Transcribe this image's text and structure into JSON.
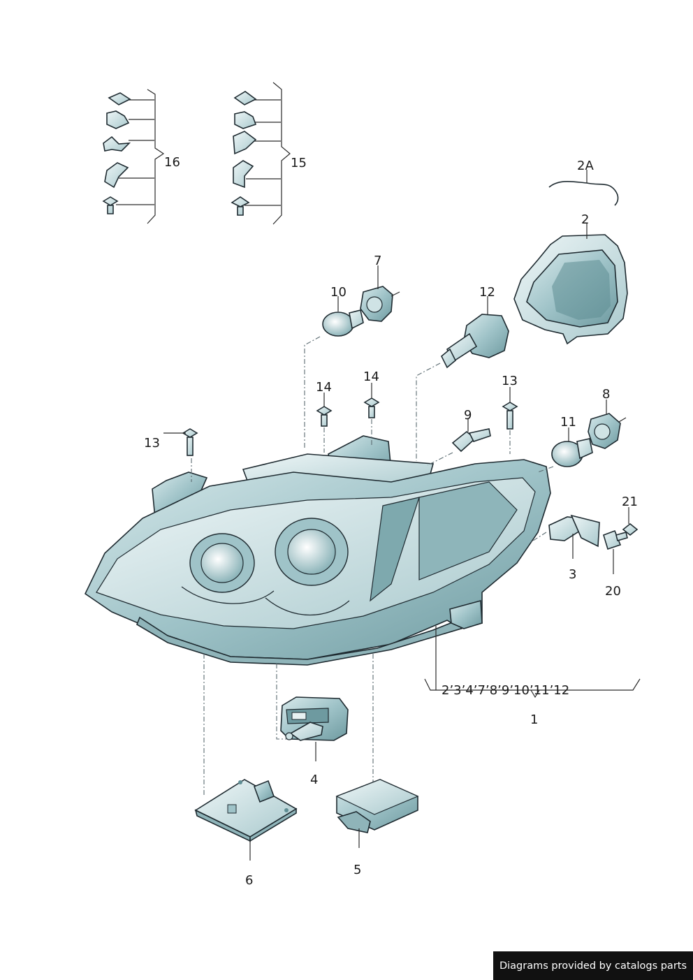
{
  "labels": {
    "l16": "16",
    "l15": "15",
    "l2A": "2A",
    "l2": "2",
    "l7": "7",
    "l10": "10",
    "l12": "12",
    "l14a": "14",
    "l14b": "14",
    "l13a": "13",
    "l13b": "13",
    "l9": "9",
    "l8": "8",
    "l11": "11",
    "l21": "21",
    "l3": "3",
    "l20": "20",
    "l1_list": "2’3’4’7’8’9’10’11’12",
    "l1": "1",
    "l4": "4",
    "l5": "5",
    "l6": "6"
  },
  "footer": {
    "credit": "Diagrams provided by catalogs parts"
  },
  "colors": {
    "part_fill": "#bcd7da",
    "part_dark": "#5f8e94",
    "line": "#1e2a30"
  }
}
